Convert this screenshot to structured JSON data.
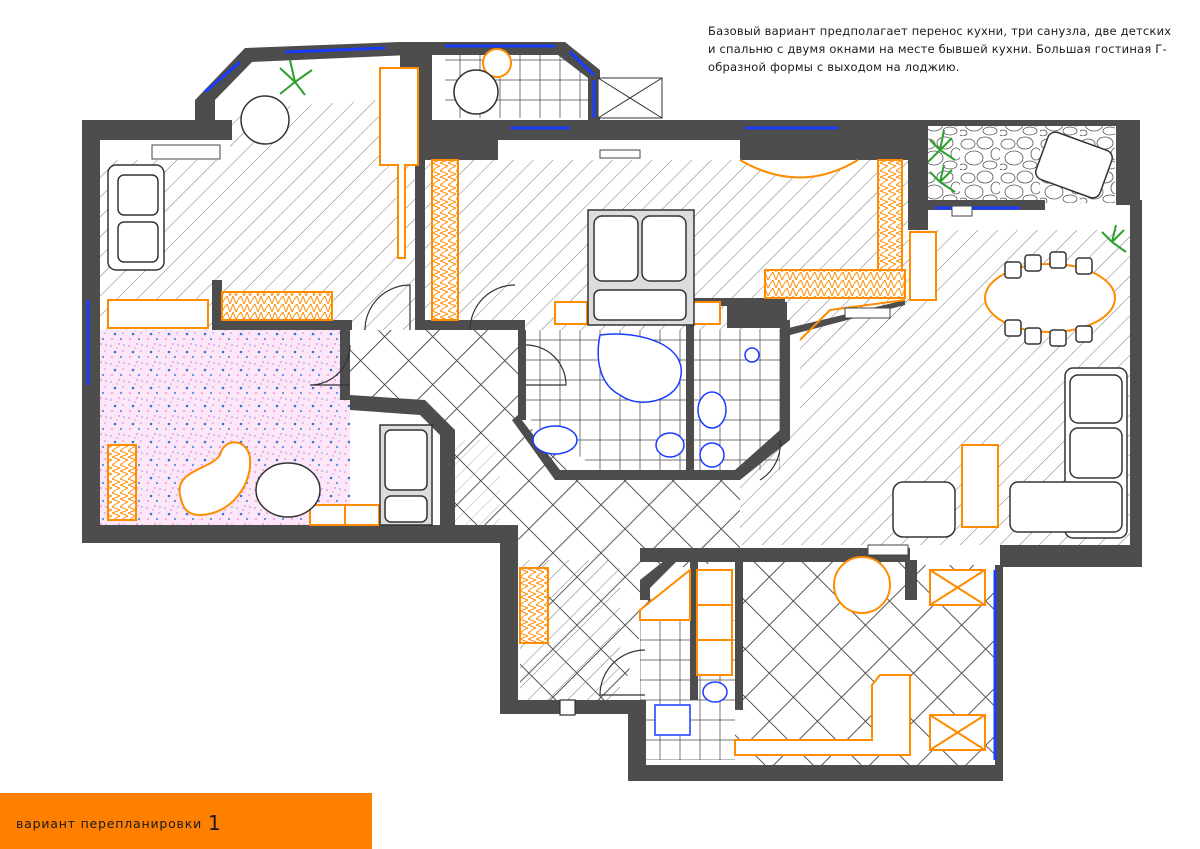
{
  "description": "Базовый вариант предполагает перенос кухни, три санузла, две детских и спальню с двумя окнами на месте бывшей кухни. Большая гостиная Г-образной формы с выходом на лоджию.",
  "footer": {
    "title": "вариант перепланировки",
    "number": "1"
  },
  "colors": {
    "wall": "#4a4a4a",
    "furniture_outline": "#ff8c00",
    "window": "#1a3cff",
    "footer_bg": "#ff7f00",
    "carpet": "#f2c8ec"
  }
}
